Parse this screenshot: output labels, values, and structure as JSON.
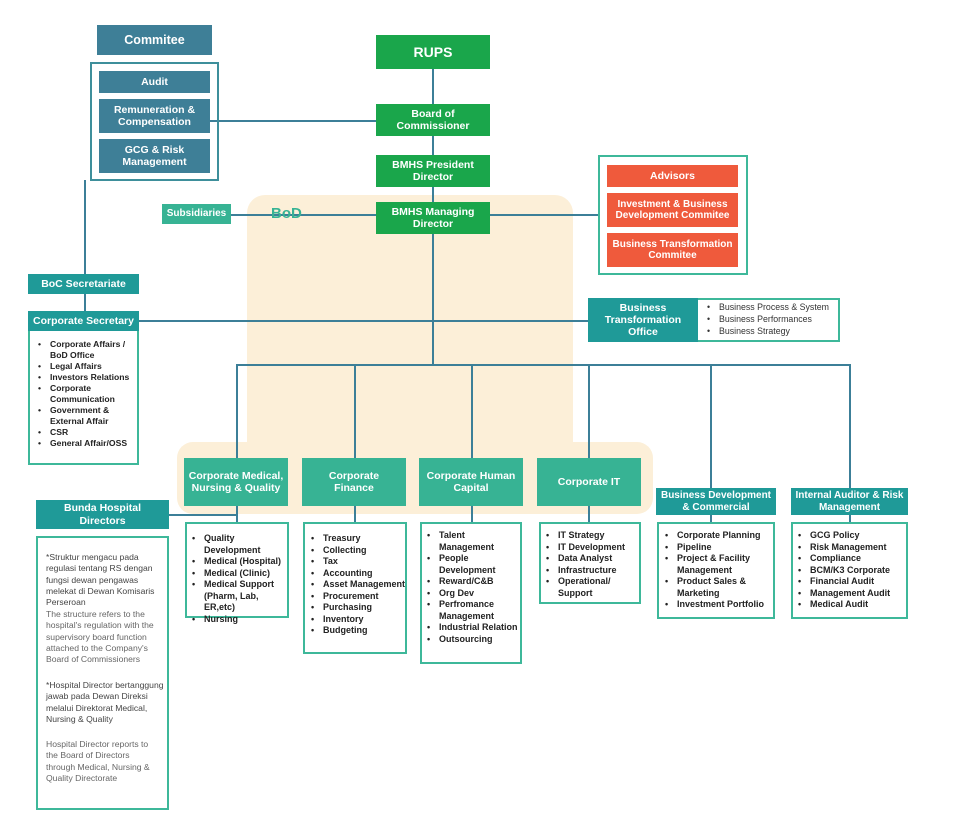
{
  "committee": {
    "title": "Commitee",
    "items": [
      "Audit",
      "Remuneration & Compensation",
      "GCG & Risk Management"
    ]
  },
  "rups": "RUPS",
  "board_of_commissioner": "Board of Commissioner",
  "president_director": "BMHS President Director",
  "managing_director": "BMHS Managing Director",
  "subsidiaries": "Subsidiaries",
  "bod_label": "BoD",
  "advisors": {
    "items": [
      "Advisors",
      "Investment & Business Development Commitee",
      "Business Transformation Commitee"
    ]
  },
  "boc_secretariate": "BoC Secretariate",
  "corporate_secretary": {
    "title": "Corporate Secretary",
    "items": [
      "Corporate Affairs / BoD Office",
      "Legal Affairs",
      "Investors Relations",
      "Corporate Communication",
      "Government & External Affair",
      "CSR",
      "General Affair/OSS"
    ]
  },
  "bto": {
    "title": "Business Transformation Office",
    "items": [
      "Business Process & System",
      "Business Performances",
      "Business Strategy"
    ]
  },
  "directorates": [
    {
      "title": "Corporate Medical, Nursing & Quality",
      "items": [
        "Quality Development",
        "Medical (Hospital)",
        "Medical (Clinic)",
        "Medical Support (Pharm, Lab, ER,etc)",
        "Nursing"
      ]
    },
    {
      "title": "Corporate Finance",
      "items": [
        "Treasury",
        "Collecting",
        "Tax",
        "Accounting",
        "Asset Management",
        "Procurement",
        "Purchasing",
        "Inventory",
        "Budgeting"
      ]
    },
    {
      "title": "Corporate Human Capital",
      "items": [
        "Talent Management",
        "People Development",
        "Reward/C&B",
        "Org Dev",
        "Perfromance Management",
        "Industrial Relation",
        "Outsourcing"
      ]
    },
    {
      "title": "Corporate IT",
      "items": [
        "IT Strategy",
        "IT Development",
        "Data Analyst",
        "Infrastructure",
        "Operational/ Support"
      ]
    },
    {
      "title": "Business Development & Commercial",
      "items": [
        "Corporate Planning",
        "Pipeline",
        "Project & Facility Management",
        "Product Sales & Marketing",
        "Investment Portfolio"
      ]
    },
    {
      "title": "Internal Auditor & Risk Management",
      "items": [
        "GCG Policy",
        "Risk Management",
        "Compliance",
        "BCM/K3 Corporate",
        "Financial Audit",
        "Management Audit",
        "Medical Audit"
      ]
    }
  ],
  "bunda": {
    "title": "Bunda Hospital Directors",
    "note1_id": "*Struktur mengacu pada regulasi tentang RS dengan fungsi dewan pengawas melekat di Dewan Komisaris Perseroan",
    "note1_en": "The structure refers to the hospital's regulation with the supervisory board function attached to the Company's Board of Commissioners",
    "note2_id": "*Hospital Director bertanggung jawab pada Dewan Direksi melalui Direktorat Medical, Nursing & Quality",
    "note2_en": "Hospital Director reports to the Board of Directors through Medical, Nursing & Quality Directorate"
  },
  "colors": {
    "steel": "#3e7f97",
    "green": "#1aa64b",
    "mint": "#37b394",
    "teal": "#1f9a98",
    "orange": "#ef5a3c",
    "bod_bg": "#fcefd8",
    "line": "#3c7f98"
  }
}
